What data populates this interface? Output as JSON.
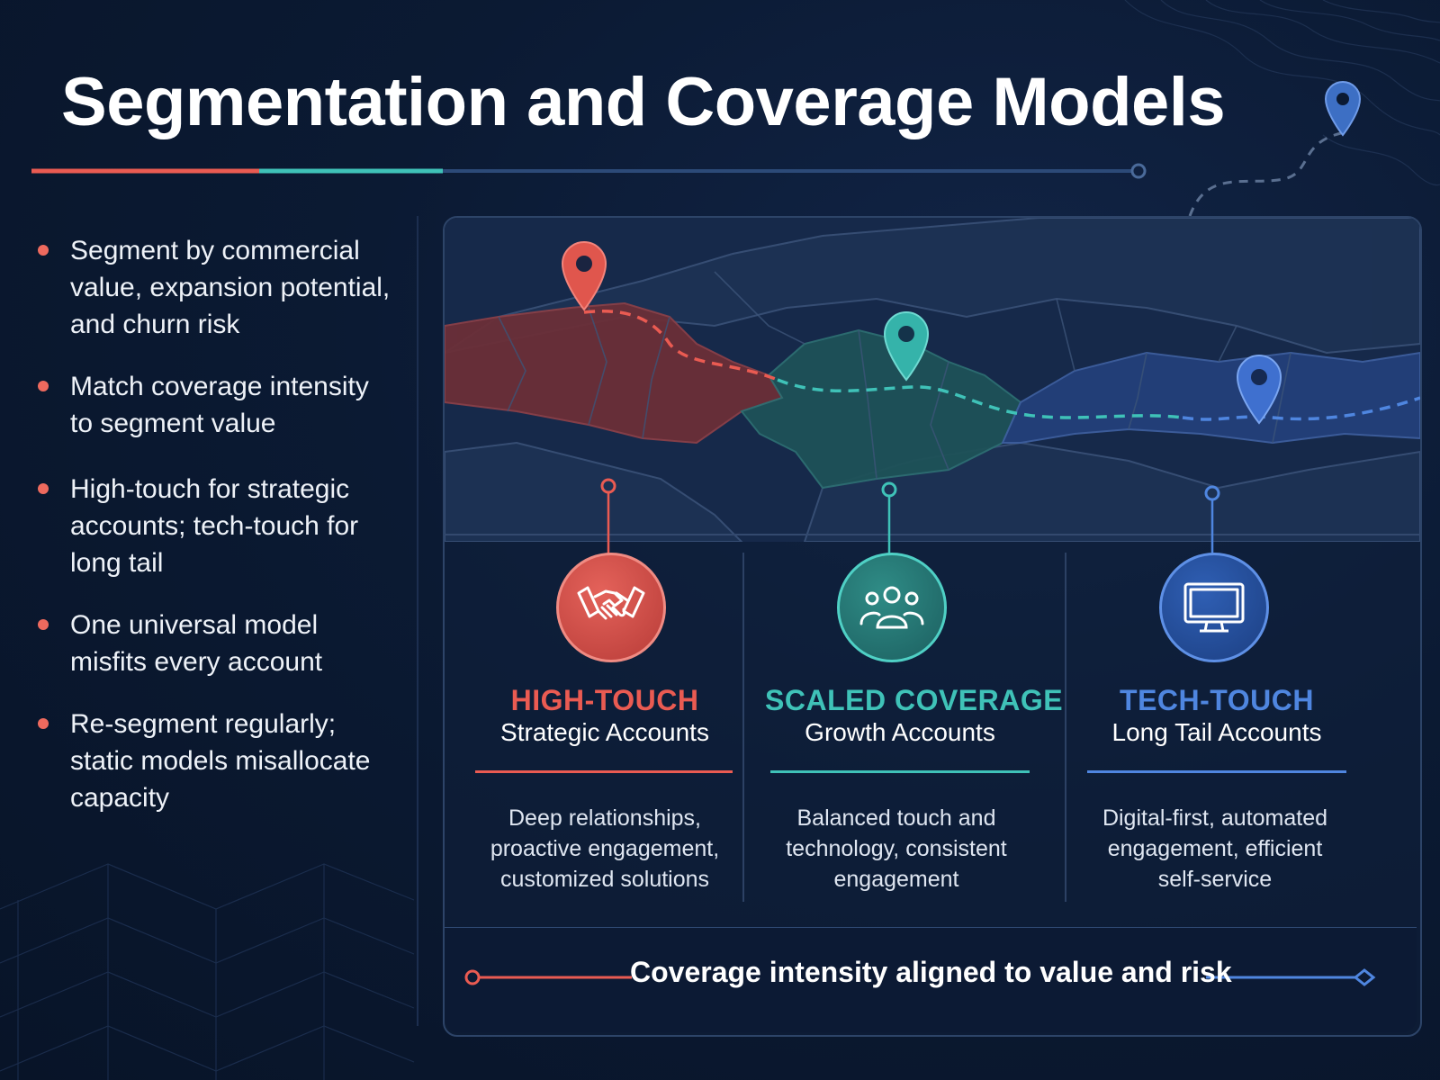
{
  "title": "Segmentation and Coverage Models",
  "bullets": [
    {
      "text": "Segment by commercial value, expansion potential, and churn risk"
    },
    {
      "text": "Match coverage intensity to segment value"
    },
    {
      "text": "High-touch for strategic accounts; tech-touch for long tail"
    },
    {
      "text": "One universal model misfits every account"
    },
    {
      "text": "Re-segment regularly; static models misallocate capacity"
    }
  ],
  "segments": [
    {
      "title": "HIGH-TOUCH",
      "subtitle": "Strategic Accounts",
      "description": "Deep relationships, proactive engagement, customized solutions",
      "icon": "handshake-icon",
      "color": "#ea5b52"
    },
    {
      "title": "SCALED COVERAGE",
      "subtitle": "Growth Accounts",
      "description": "Balanced touch and technology, consistent engagement",
      "icon": "people-group-icon",
      "color": "#3fc2b8"
    },
    {
      "title": "TECH-TOUCH",
      "subtitle": "Long Tail Accounts",
      "description": "Digital-first, automated engagement, efficient self-service",
      "icon": "monitor-icon",
      "color": "#4f86e0"
    }
  ],
  "footer": {
    "text": "Coverage intensity aligned to value and risk"
  },
  "colors": {
    "accent_red": "#ea5b52",
    "accent_teal": "#3fc2b8",
    "accent_blue": "#4f86e0",
    "bullet_dot": "#ee6a5e",
    "background": "#0b1a33"
  }
}
